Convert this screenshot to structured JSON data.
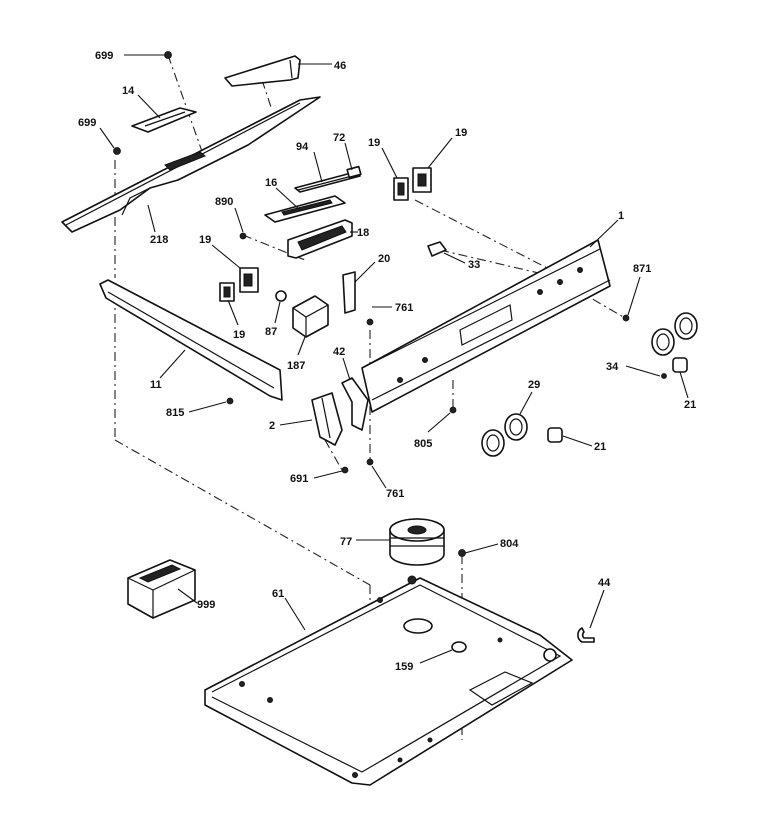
{
  "labels": {
    "l699a": "699",
    "l46": "46",
    "l14": "14",
    "l699b": "699",
    "l94": "94",
    "l72": "72",
    "l19a": "19",
    "l19b": "19",
    "l16": "16",
    "l890": "890",
    "l18": "18",
    "l218": "218",
    "l1": "1",
    "l19c": "19",
    "l20": "20",
    "l33": "33",
    "l871": "871",
    "l19d": "19",
    "l87": "87",
    "l761a": "761",
    "l187": "187",
    "l42": "42",
    "l11": "11",
    "l34": "34",
    "l21a": "21",
    "l29": "29",
    "l815": "815",
    "l2": "2",
    "l805": "805",
    "l21b": "21",
    "l691": "691",
    "l761b": "761",
    "l77": "77",
    "l804": "804",
    "l999": "999",
    "l44": "44",
    "l61": "61",
    "l159": "159"
  }
}
